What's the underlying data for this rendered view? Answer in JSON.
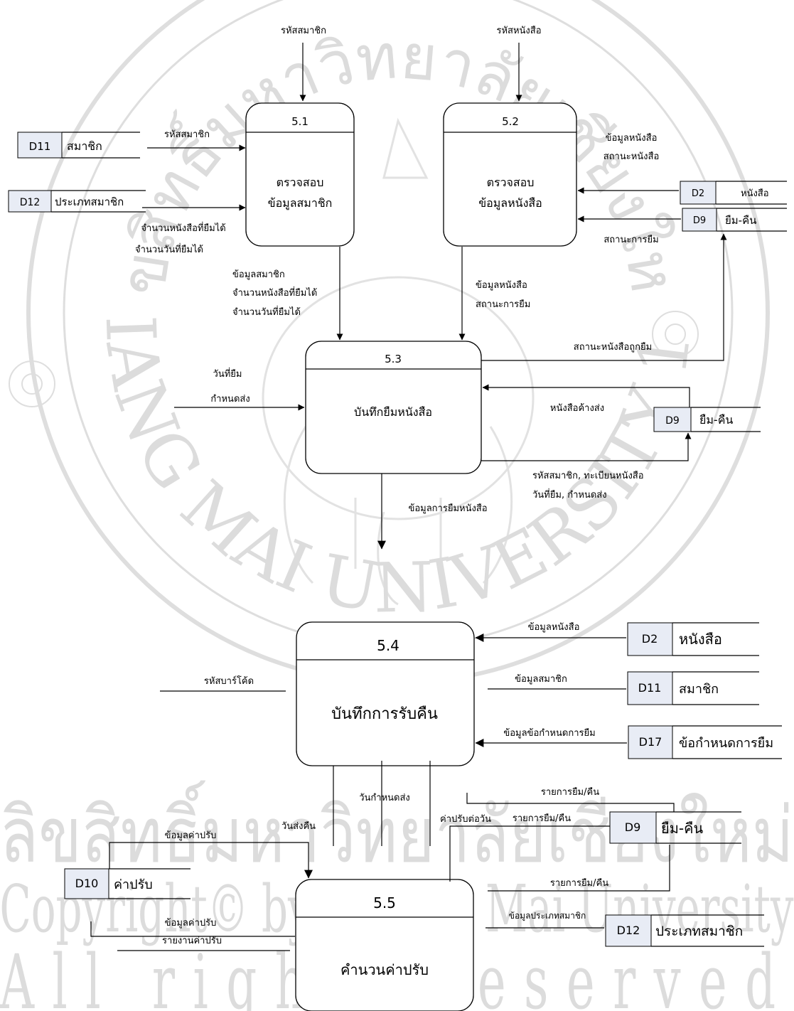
{
  "watermark": {
    "arc_top": "ลิขสิทธิ์มหาวิทยาลัยเชียงใหม่",
    "arc_bottom": "CHIANG MAI UNIVERSITY 1964",
    "band_thai": "ลิขสิทธิ์มหาวิทยาลัยเชียงใหม่",
    "band_copyright": "Copyright© by Chiang Mai University",
    "band_rights": "All rights reserved"
  },
  "processes": {
    "p51": {
      "id": "5.1",
      "name_line1": "ตรวจสอบ",
      "name_line2": "ข้อมูลสมาชิก"
    },
    "p52": {
      "id": "5.2",
      "name_line1": "ตรวจสอบ",
      "name_line2": "ข้อมูลหนังสือ"
    },
    "p53": {
      "id": "5.3",
      "name": "บันทึกยืมหนังสือ"
    },
    "p54": {
      "id": "5.4",
      "name": "บันทึกการรับคืน"
    },
    "p55": {
      "id": "5.5",
      "name": "คำนวนค่าปรับ"
    }
  },
  "stores": {
    "d11_top": {
      "id": "D11",
      "name": "สมาชิก"
    },
    "d12_top": {
      "id": "D12",
      "name": "ประเภทสมาชิก"
    },
    "d2_top": {
      "id": "D2",
      "name": "หนังสือ"
    },
    "d9_top": {
      "id": "D9",
      "name": "ยืม-คืน"
    },
    "d9_mid": {
      "id": "D9",
      "name": "ยืม-คืน"
    },
    "d2_mid": {
      "id": "D2",
      "name": "หนังสือ"
    },
    "d11_mid": {
      "id": "D11",
      "name": "สมาชิก"
    },
    "d17": {
      "id": "D17",
      "name": "ข้อกำหนดการยืม"
    },
    "d9_low": {
      "id": "D9",
      "name": "ยืม-คืน"
    },
    "d10": {
      "id": "D10",
      "name": "ค่าปรับ"
    },
    "d12_low": {
      "id": "D12",
      "name": "ประเภทสมาชิก"
    }
  },
  "flows": {
    "in_member_code": "รหัสสมาชิก",
    "in_book_code": "รหัสหนังสือ",
    "d11_member_code": "รหัสสมาชิก",
    "d12_books_allowed": "จำนวนหนังสือที่ยืมได้",
    "d12_days_allowed": "จำนวนวันที่ยืมได้",
    "d2_book_info": "ข้อมูลหนังสือ",
    "d2_book_status": "สถานะหนังสือ",
    "d9_loan_status": "สถานะการยืม",
    "p51_member_info": "ข้อมูลสมาชิก",
    "p51_books_allowed": "จำนวนหนังสือที่ยืมได้",
    "p51_days_allowed": "จำนวนวันที่ยืมได้",
    "p52_book_info": "ข้อมูลหนังสือ",
    "p52_loan_status": "สถานะการยืม",
    "p53_status_borrowed": "สถานะหนังสือถูกยืม",
    "in_borrow_date": "วันที่ยืม",
    "in_due_date": "กำหนดส่ง",
    "d9_overdue": "หนังสือค้างส่ง",
    "p53_record_line1": "รหัสสมาชิก, ทะเบียนหนังสือ",
    "p53_record_line2": "วันที่ยืม, กำหนดส่ง",
    "p53_out_loan_info": "ข้อมูลการยืมหนังสือ",
    "d2_book_info_mid": "ข้อมูลหนังสือ",
    "in_barcode": "รหัสบาร์โค้ด",
    "d11_member_info_mid": "ข้อมูลสมาชิก",
    "d17_rules": "ข้อมูลข้อกำหนดการยืม",
    "p54_loan_list": "รายการยืม/คืน",
    "p54_due_date": "วันกำหนดส่ง",
    "p54_return_date": "วันส่งคืน",
    "p54_fine_per_day": "ค่าปรับต่อวัน",
    "p55_loan_list": "รายการยืม/คืน",
    "d9_loan_list_low": "รายการยืม/คืน",
    "d10_fine_info_in": "ข้อมูลค่าปรับ",
    "d10_fine_info_out": "ข้อมูลค่าปรับ",
    "d12_type_info": "ข้อมูลประเภทสมาชิก",
    "out_fine_report": "รายงานค่าปรับ"
  }
}
